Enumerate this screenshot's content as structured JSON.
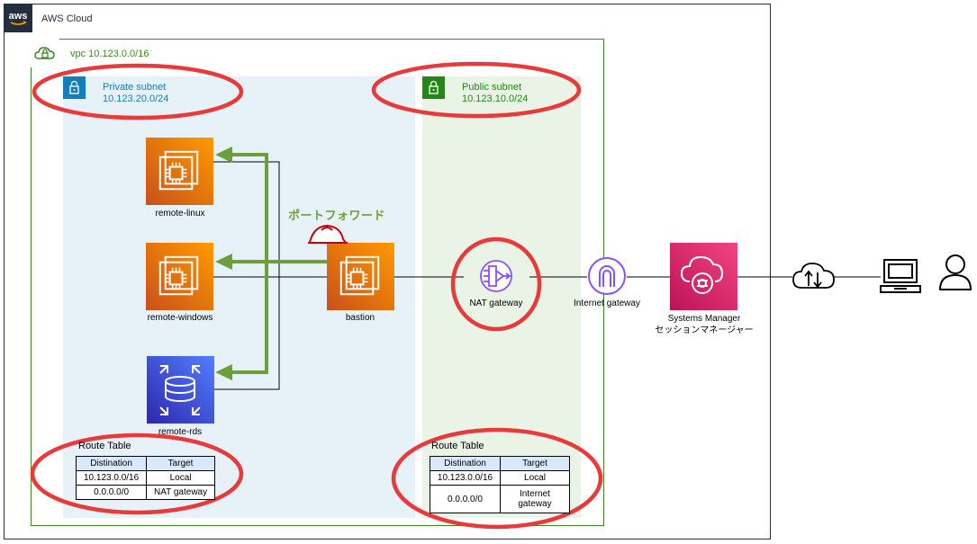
{
  "cloud": {
    "title": "AWS Cloud",
    "logo_text": "aws"
  },
  "vpc": {
    "title": "vpc 10.123.0.0/16"
  },
  "private_subnet": {
    "title": "Private subnet",
    "cidr": "10.123.20.0/24"
  },
  "public_subnet": {
    "title": "Public subnet",
    "cidr": "10.123.10.0/24"
  },
  "nodes": {
    "remote_linux": "remote-linux",
    "remote_windows": "remote-windows",
    "remote_rds": "remote-rds",
    "bastion": "bastion",
    "nat_gateway": "NAT gateway",
    "internet_gateway": "Internet gateway",
    "ssm_line1": "Systems Manager",
    "ssm_line2": "セッションマネージャー"
  },
  "port_forward_label": "ポートフォワード",
  "private_route_table": {
    "title": "Route Table",
    "headers": [
      "Distination",
      "Target"
    ],
    "rows": [
      [
        "10.123.0.0/16",
        "Local"
      ],
      [
        "0.0.0.0/0",
        "NAT gateway"
      ]
    ]
  },
  "public_route_table": {
    "title": "Route Table",
    "headers": [
      "Distination",
      "Target"
    ],
    "rows": [
      [
        "10.123.0.0/16",
        "Local"
      ],
      [
        "0.0.0.0/0",
        "Internet gateway"
      ]
    ]
  },
  "colors": {
    "ec2_orange": "#ed7100",
    "rds_blue": "#3b48cc",
    "ssm_pink": "#e7157b",
    "vpc_green": "#3f8624",
    "private_blue": "#147eba",
    "public_green": "#248814",
    "arrow_green": "#6d9e3c",
    "highlight_red": "#e8393b",
    "network_purple": "#8c4fff"
  },
  "icons": {
    "compute": "ec2-instance-icon",
    "database": "rds-icon",
    "nat": "nat-gateway-icon",
    "igw": "internet-gateway-icon",
    "ssm": "systems-manager-icon",
    "internet": "internet-cloud-icon",
    "client": "laptop-icon",
    "user": "user-icon",
    "helmet": "hardhat-icon"
  }
}
